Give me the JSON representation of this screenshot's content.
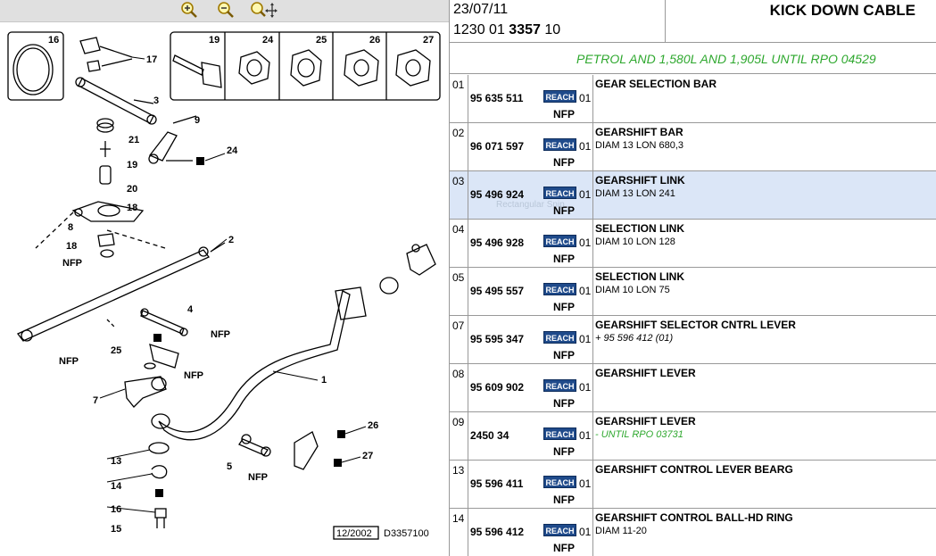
{
  "toolbar": {
    "icons": [
      "zoom-in-icon",
      "zoom-out-icon",
      "zoom-pan-icon"
    ]
  },
  "diagram": {
    "labels": [
      "16",
      "17",
      "3",
      "21",
      "19",
      "20",
      "18",
      "8",
      "18",
      "NFP",
      "9",
      "24",
      "19",
      "24",
      "25",
      "26",
      "27",
      "2",
      "4",
      "NFP",
      "25",
      "NFP",
      "7",
      "1",
      "NFP",
      "13",
      "14",
      "16",
      "15",
      "26",
      "5",
      "27",
      "NFP"
    ],
    "date_stamp": "12/2002",
    "drawing_ref": "D3357100"
  },
  "header": {
    "date": "23/07/11",
    "ref_prefix": "1230 01",
    "ref_bold": "3357",
    "ref_suffix": "10",
    "title": "KICK DOWN CABLE"
  },
  "condition": "PETROL AND 1,580L AND 1,905L UNTIL RPO 04529",
  "colors": {
    "condition_green": "#2fa82f",
    "reach_blue": "#1f4a8a",
    "selected_row": "#dbe6f7"
  },
  "rows": [
    {
      "num": "01",
      "ref": "95 635 511",
      "badge": "REACH",
      "qty": "01",
      "nfp": "NFP",
      "name": "GEAR SELECTION BAR",
      "detail": ""
    },
    {
      "num": "02",
      "ref": "96 071 597",
      "badge": "REACH",
      "qty": "01",
      "nfp": "NFP",
      "name": "GEARSHIFT BAR",
      "detail": "DIAM 13 LON 680,3"
    },
    {
      "num": "03",
      "ref": "95 496 924",
      "badge": "REACH",
      "qty": "01",
      "nfp": "NFP",
      "name": "GEARSHIFT LINK",
      "detail": "DIAM 13 LON 241",
      "ghost": "Rectangular Snip"
    },
    {
      "num": "04",
      "ref": "95 496 928",
      "badge": "REACH",
      "qty": "01",
      "nfp": "NFP",
      "name": "SELECTION LINK",
      "detail": "DIAM 10 LON 128"
    },
    {
      "num": "05",
      "ref": "95 495 557",
      "badge": "REACH",
      "qty": "01",
      "nfp": "NFP",
      "name": "SELECTION LINK",
      "detail": "DIAM 10 LON 75"
    },
    {
      "num": "07",
      "ref": "95 595 347",
      "badge": "REACH",
      "qty": "01",
      "nfp": "NFP",
      "name": "GEARSHIFT SELECTOR CNTRL LEVER",
      "detail": "+ 95 596 412 (01)"
    },
    {
      "num": "08",
      "ref": "95 609 902",
      "badge": "REACH",
      "qty": "01",
      "nfp": "NFP",
      "name": "GEARSHIFT LEVER",
      "detail": ""
    },
    {
      "num": "09",
      "ref": "2450 34",
      "badge": "REACH",
      "qty": "01",
      "nfp": "NFP",
      "name": "GEARSHIFT LEVER",
      "detail": "- UNTIL RPO 03731"
    },
    {
      "num": "13",
      "ref": "95 596 411",
      "badge": "REACH",
      "qty": "01",
      "nfp": "NFP",
      "name": "GEARSHIFT CONTROL LEVER BEARG",
      "detail": ""
    },
    {
      "num": "14",
      "ref": "95 596 412",
      "badge": "REACH",
      "qty": "01",
      "nfp": "NFP",
      "name": "GEARSHIFT CONTROL BALL-HD RING",
      "detail": "DIAM 11-20"
    }
  ]
}
